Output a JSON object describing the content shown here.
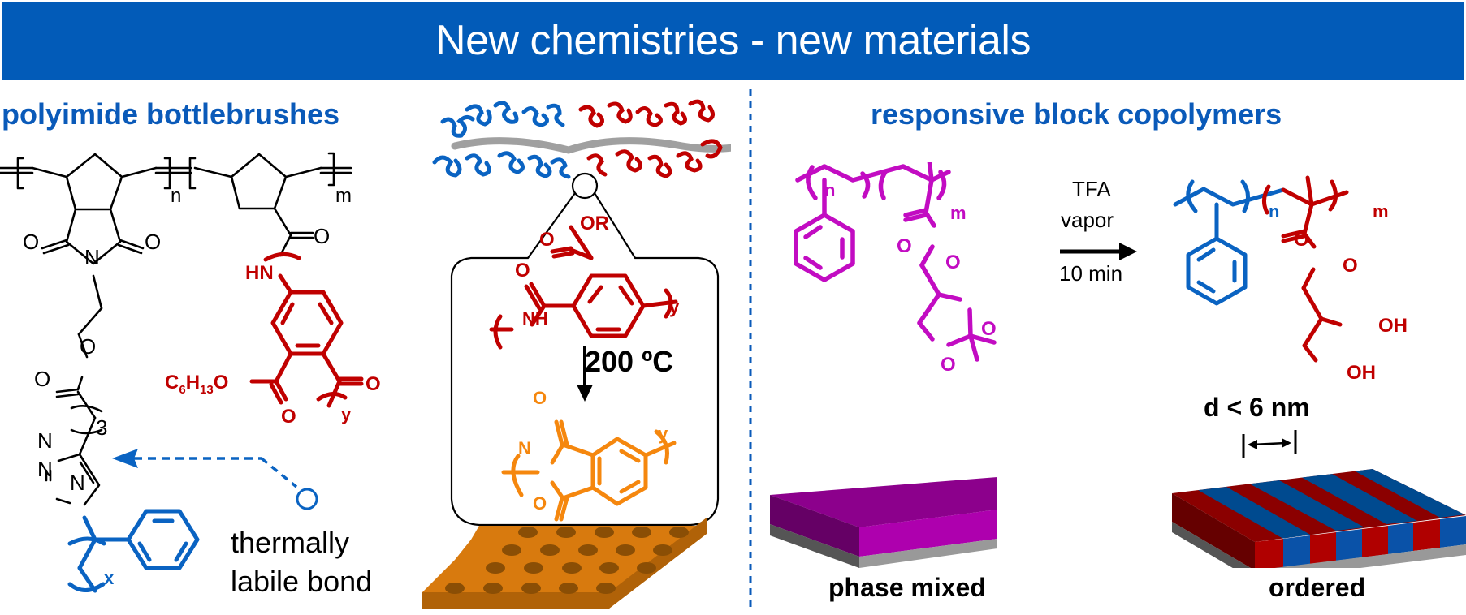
{
  "banner": {
    "title": "New chemistries - new materials",
    "color": "#025bb8"
  },
  "left_panel": {
    "title": "polyimide bottlebrushes",
    "atoms": {
      "o1": "O",
      "n1": "N",
      "o2": "O",
      "o3": "O",
      "o4": "O",
      "o_amide": "O",
      "hn": "HN",
      "ester_o": "C6H13O",
      "ester_o_carbonyl": "O",
      "acid_o": "O",
      "triazole_n1": "N",
      "triazole_n2": "N",
      "triazole_n3": "N"
    },
    "subscripts": {
      "n": "n",
      "m": "m",
      "three": "3",
      "y": "y",
      "x": "x"
    },
    "callout": {
      "line1": "thermally",
      "line2": "labile bond"
    }
  },
  "middle_panel": {
    "atoms": {
      "or": "OR",
      "o_top": "O",
      "o_amide": "O",
      "nh": "NH",
      "n_imide": "N",
      "o_imide_top": "O",
      "o_imide_bottom": "O"
    },
    "subscripts": {
      "y_top": "y",
      "y_bottom": "y"
    },
    "reaction_condition": "200 ºC"
  },
  "right_panel": {
    "title": "responsive block copolymers",
    "reaction": {
      "reagent_line1": "TFA",
      "reagent_line2": "vapor",
      "time": "10 min"
    },
    "before": {
      "subscripts": {
        "n": "n",
        "m": "m"
      },
      "atoms": {
        "o_carbonyl": "O",
        "o_ester": "O",
        "o_ring1": "O",
        "o_ring2": "O"
      },
      "film_label": "phase mixed"
    },
    "after": {
      "subscripts": {
        "n": "n",
        "m": "m"
      },
      "atoms": {
        "o_carbonyl": "O",
        "o_ester": "O",
        "oh1": "OH",
        "oh2": "OH"
      },
      "spacing_label": "d < 6 nm",
      "film_label": "ordered"
    }
  },
  "colors": {
    "blue_block": "#0a63c2",
    "red_block": "#c00000",
    "imide_orange": "#f5870e",
    "magenta": "#c20cc2"
  }
}
